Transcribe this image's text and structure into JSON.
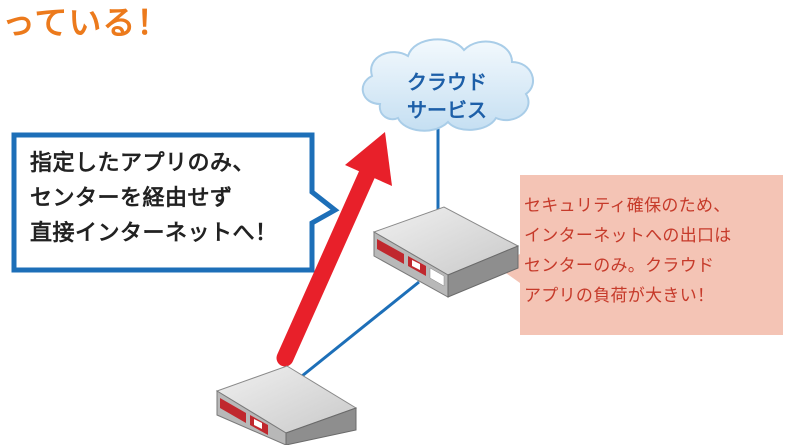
{
  "headline": "っている！",
  "cloud": {
    "lines": [
      "クラウド",
      "サービス"
    ]
  },
  "callout": {
    "lines": [
      "指定したアプリのみ、",
      "センターを経由せず",
      "直接インターネットへ！"
    ]
  },
  "note": {
    "lines": [
      "セキュリティ確保のため、",
      "インターネットへの出口は",
      "センターのみ。クラウド",
      "アプリの負荷が大きい！"
    ]
  },
  "colors": {
    "headline": "#ec7a1c",
    "cloud_text": "#1d5fa8",
    "callout_border": "#1d6fb8",
    "arrow": "#e8202a",
    "link_line": "#1d6fb8",
    "note_bg": "#f4c4b5",
    "note_text": "#c63a2a"
  }
}
